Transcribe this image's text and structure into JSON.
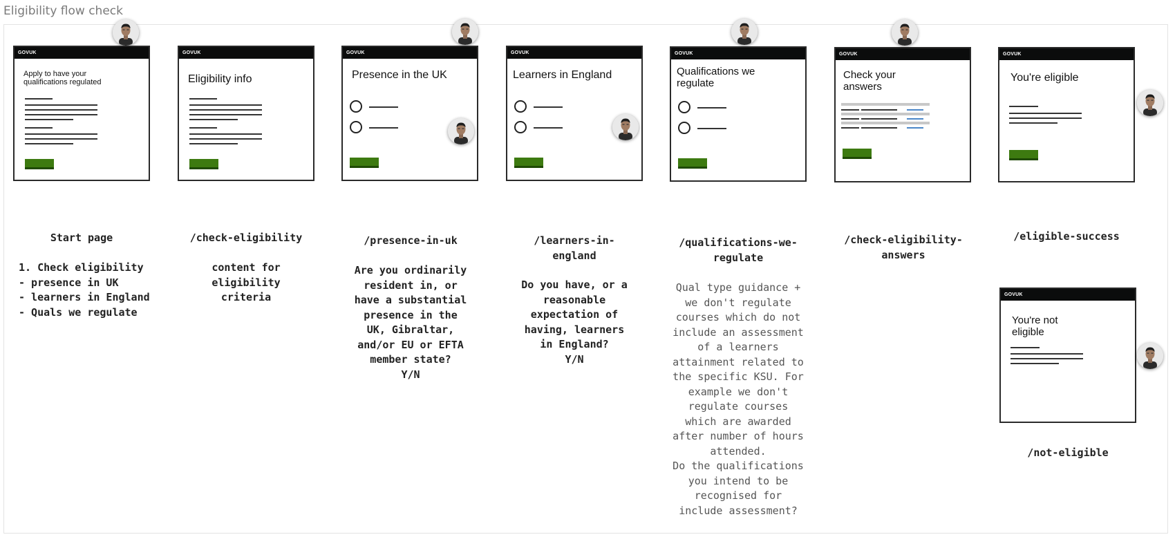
{
  "board": {
    "title": "Eligibility flow check"
  },
  "gov_brand": "GOVUK",
  "screens": {
    "start": {
      "title": "Apply to have your qualifications regulated"
    },
    "eligibility_info": {
      "title": "Eligibility info"
    },
    "presence": {
      "title": "Presence in the UK"
    },
    "learners": {
      "title": "Learners in England"
    },
    "quals": {
      "title": "Qualifications we regulate"
    },
    "check": {
      "title": "Check your answers"
    },
    "eligible": {
      "title": "You're eligible"
    },
    "not_eligible": {
      "title": "You're not eligible"
    }
  },
  "labels": {
    "start_heading": "Start page",
    "start_list": "1. Check eligibility\n- presence in UK\n- learners in England\n- Quals we regulate",
    "check_eligibility_route": "/check-eligibility",
    "check_eligibility_desc": "content for\neligibility\ncriteria",
    "presence_route": "/presence-in-uk",
    "presence_desc": "Are you ordinarily\nresident in, or\nhave a substantial\npresence in the\nUK, Gibraltar,\nand/or EU or EFTA\nmember state?\nY/N",
    "learners_route": "/learners-in-\nengland",
    "learners_desc": "Do you have, or a\nreasonable\nexpectation of\nhaving, learners\nin England?\nY/N",
    "quals_route": "/qualifications-we-\nregulate",
    "quals_desc": "Qual type guidance +\nwe don't regulate\ncourses which do not\ninclude an assessment\nof a learners\nattainment related to\nthe specific KSU. For\nexample we don't\nregulate courses\nwhich are awarded\nafter number of hours\nattended.\nDo the qualifications\nyou intend to be\nrecognised for\ninclude assessment?",
    "check_answers_route": "/check-eligibility-\nanswers",
    "eligible_route": "/eligible-success",
    "not_eligible_route": "/not-eligible"
  },
  "colors": {
    "gov_bar": "#0b0c0c",
    "button": "#3d7a10",
    "link": "#4a86c8"
  },
  "icons": {
    "avatar": "user-avatar-icon"
  }
}
